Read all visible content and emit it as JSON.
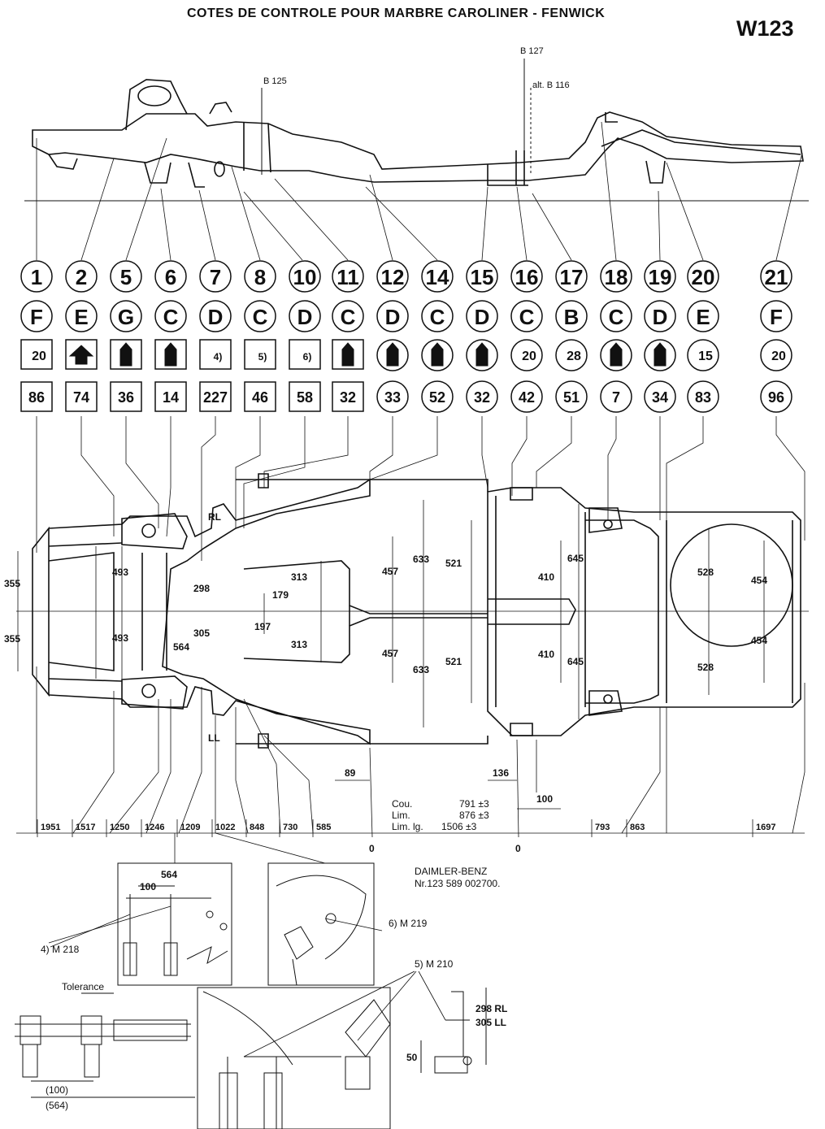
{
  "header": {
    "title": "COTES DE CONTROLE POUR MARBRE CAROLINER - FENWICK",
    "model": "W123"
  },
  "top_labels": {
    "b125": "B 125",
    "b127": "B 127",
    "alt_b116": "alt. B 116"
  },
  "points": [
    {
      "num": "1",
      "letter": "F",
      "tool": "20",
      "value": "86"
    },
    {
      "num": "2",
      "letter": "E",
      "tool": "",
      "value": "74"
    },
    {
      "num": "5",
      "letter": "G",
      "tool": "",
      "value": "36"
    },
    {
      "num": "6",
      "letter": "C",
      "tool": "",
      "value": "14"
    },
    {
      "num": "7",
      "letter": "D",
      "tool": "4)",
      "value": "227"
    },
    {
      "num": "8",
      "letter": "C",
      "tool": "5)",
      "value": "46"
    },
    {
      "num": "10",
      "letter": "D",
      "tool": "6)",
      "value": "58"
    },
    {
      "num": "11",
      "letter": "C",
      "tool": "",
      "value": "32"
    },
    {
      "num": "12",
      "letter": "D",
      "tool": "",
      "value": "33"
    },
    {
      "num": "14",
      "letter": "C",
      "tool": "",
      "value": "52"
    },
    {
      "num": "15",
      "letter": "D",
      "tool": "",
      "value": "32"
    },
    {
      "num": "16",
      "letter": "C",
      "tool": "20",
      "value": "42"
    },
    {
      "num": "17",
      "letter": "B",
      "tool": "28",
      "value": "51"
    },
    {
      "num": "18",
      "letter": "C",
      "tool": "",
      "value": "7"
    },
    {
      "num": "19",
      "letter": "D",
      "tool": "",
      "value": "34"
    },
    {
      "num": "20",
      "letter": "E",
      "tool": "15",
      "value": "83"
    },
    {
      "num": "21",
      "letter": "F",
      "tool": "20",
      "value": "96"
    }
  ],
  "plan_dims": {
    "d355a": "355",
    "d355b": "355",
    "d493a": "493",
    "d493b": "493",
    "d298": "298",
    "d305": "305",
    "d564": "564",
    "d179": "179",
    "d197": "197",
    "d313a": "313",
    "d313b": "313",
    "d457a": "457",
    "d457b": "457",
    "d633a": "633",
    "d633b": "633",
    "d521a": "521",
    "d521b": "521",
    "d410a": "410",
    "d410b": "410",
    "d645a": "645",
    "d645b": "645",
    "d528a": "528",
    "d528b": "528",
    "d454a": "454",
    "d454b": "454",
    "rl": "RL",
    "ll": "LL"
  },
  "bottom_dims": [
    "1951",
    "1517",
    "1250",
    "1246",
    "1209",
    "1022",
    "848",
    "730",
    "585",
    "793",
    "863",
    "1697"
  ],
  "small_dims": {
    "d89": "89",
    "d136": "136",
    "d100": "100",
    "zero_a": "0",
    "zero_b": "0"
  },
  "tolerances": [
    {
      "label": "Cou.",
      "value": "791 ±3"
    },
    {
      "label": "Lim.",
      "value": "876 ±3"
    },
    {
      "label": "Lim. lg.",
      "value": "1506 ±3"
    }
  ],
  "reference": {
    "maker": "DAIMLER-BENZ",
    "part": "Nr.123 589 002700."
  },
  "tools": {
    "m218": "4) M 218",
    "m219": "6) M 219",
    "m210": "5) M 210"
  },
  "details": {
    "d564": "564",
    "d100": "100",
    "tolerance": "Tolerance",
    "p100": "(100)",
    "p564": "(564)",
    "h298": "298  RL",
    "h305": "305  LL",
    "h50": "50"
  }
}
